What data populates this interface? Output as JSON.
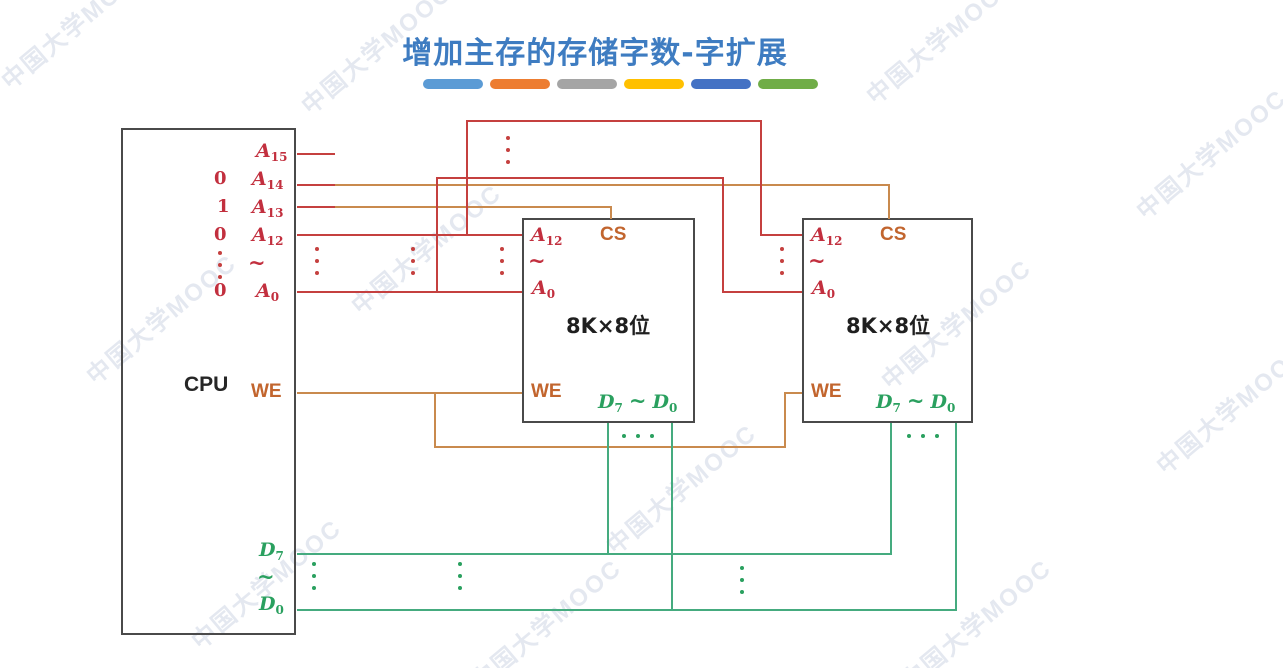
{
  "title": "增加主存的存储字数-字扩展",
  "watermark": {
    "text": "中国大学MOOC"
  },
  "accent_dashes": [
    "#5B9BD5",
    "#ED7D31",
    "#A5A5A5",
    "#FFC000",
    "#4472C4",
    "#70AD47"
  ],
  "colors": {
    "title_blue": "#3e7cc1",
    "address_red": "#c5403f",
    "control_orange": "#c98a4e",
    "data_green": "#45ab7f",
    "box_border": "#4a4a4a"
  },
  "cpu": {
    "label": "CPU",
    "we": "WE",
    "addr_tilde": "~",
    "data_tilde": "~",
    "address_pins": [
      {
        "value": "",
        "base": "A",
        "sub": "15"
      },
      {
        "value": "0",
        "base": "A",
        "sub": "14"
      },
      {
        "value": "1",
        "base": "A",
        "sub": "13"
      },
      {
        "value": "0",
        "base": "A",
        "sub": "12"
      },
      {
        "value": "0",
        "base": "A",
        "sub": "0"
      }
    ],
    "data_pins": [
      {
        "base": "D",
        "sub": "7"
      },
      {
        "base": "D",
        "sub": "0"
      }
    ]
  },
  "chips": [
    {
      "a_top_base": "A",
      "a_top_sub": "12",
      "tilde": "~",
      "a_bot_base": "A",
      "a_bot_sub": "0",
      "cs": "CS",
      "capacity": "8K×8位",
      "we": "WE",
      "d7_base": "D",
      "d7_sub": "7",
      "d_tilde": "~",
      "d0_base": "D",
      "d0_sub": "0"
    },
    {
      "a_top_base": "A",
      "a_top_sub": "12",
      "tilde": "~",
      "a_bot_base": "A",
      "a_bot_sub": "0",
      "cs": "CS",
      "capacity": "8K×8位",
      "we": "WE",
      "d7_base": "D",
      "d7_sub": "7",
      "d_tilde": "~",
      "d0_base": "D",
      "d0_sub": "0"
    }
  ]
}
